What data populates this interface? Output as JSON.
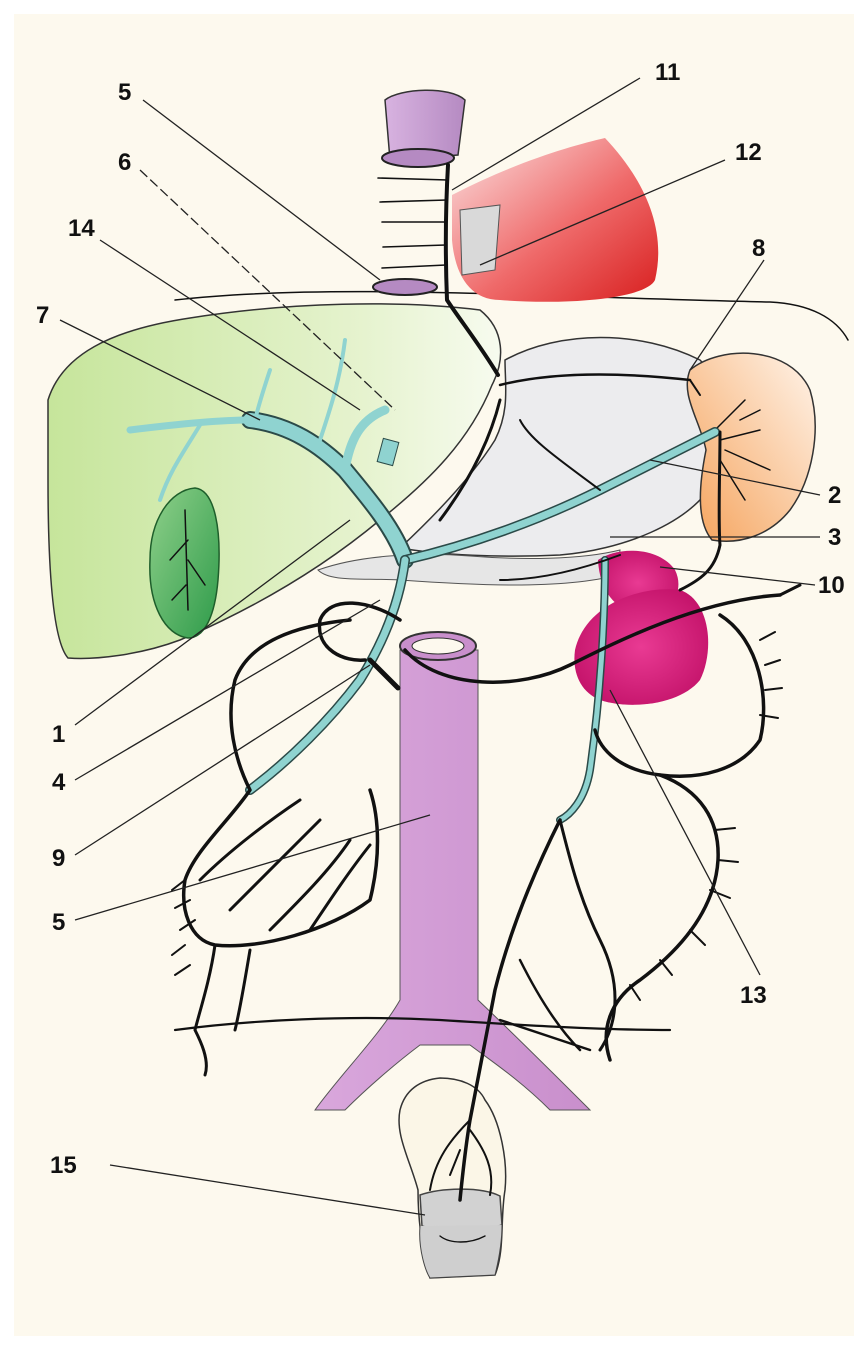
{
  "diagram": {
    "background": "#fdf9ee",
    "colors": {
      "liver": "#cfe8a6",
      "gallbladder": "#4caf50",
      "stomach": "#ececec",
      "heart": "#e53935",
      "spleen": "#f7a35c",
      "pancreas": "#d81b72",
      "aorta": "#d49ad6",
      "esophagus": "#c9a3d6",
      "portal_vein": "#8fd3d0",
      "rectum": "#c8c8c8"
    },
    "labels": [
      {
        "id": "label-11",
        "text": "11"
      },
      {
        "id": "label-5-top",
        "text": "5"
      },
      {
        "id": "label-12",
        "text": "12"
      },
      {
        "id": "label-6",
        "text": "6"
      },
      {
        "id": "label-14",
        "text": "14"
      },
      {
        "id": "label-8",
        "text": "8"
      },
      {
        "id": "label-7",
        "text": "7"
      },
      {
        "id": "label-2",
        "text": "2"
      },
      {
        "id": "label-3",
        "text": "3"
      },
      {
        "id": "label-10",
        "text": "10"
      },
      {
        "id": "label-1",
        "text": "1"
      },
      {
        "id": "label-4",
        "text": "4"
      },
      {
        "id": "label-9",
        "text": "9"
      },
      {
        "id": "label-5-bottom",
        "text": "5"
      },
      {
        "id": "label-13",
        "text": "13"
      },
      {
        "id": "label-15",
        "text": "15"
      }
    ]
  }
}
